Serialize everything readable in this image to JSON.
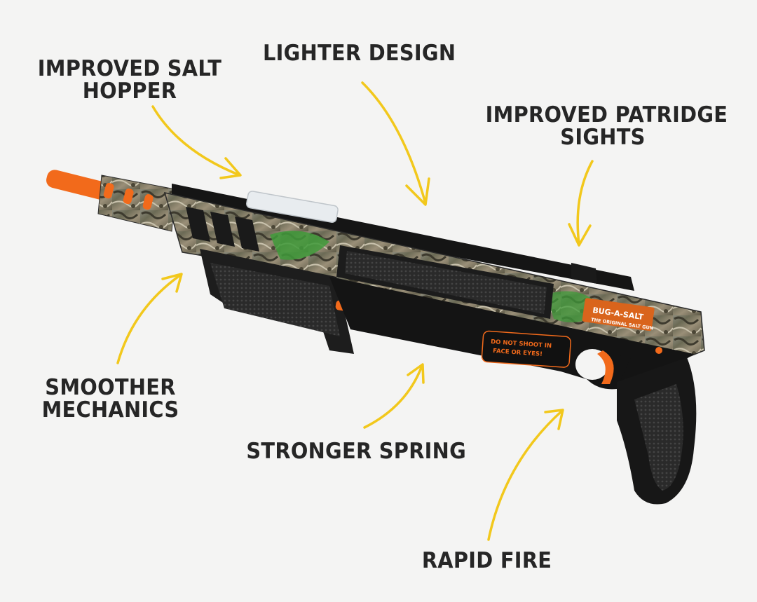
{
  "labels": {
    "hopper": {
      "line1": "IMPROVED SALT",
      "line2": "HOPPER"
    },
    "lighter": {
      "line1": "LIGHTER DESIGN"
    },
    "sights": {
      "line1": "IMPROVED PATRIDGE",
      "line2": "SIGHTS"
    },
    "smoother": {
      "line1": "SMOOTHER",
      "line2": "MECHANICS"
    },
    "spring": {
      "line1": "STRONGER SPRING"
    },
    "rapid": {
      "line1": "RAPID FIRE"
    }
  },
  "product": {
    "brand": "BUG-A-SALT",
    "tagline": "THE ORIGINAL SALT GUN",
    "warning_line1": "DO NOT SHOOT IN",
    "warning_line2": "FACE OR EYES!"
  },
  "colors": {
    "arrow": "#f2c81c",
    "text": "#262626",
    "orange": "#f26a1b",
    "body": "#1b1b1b"
  }
}
